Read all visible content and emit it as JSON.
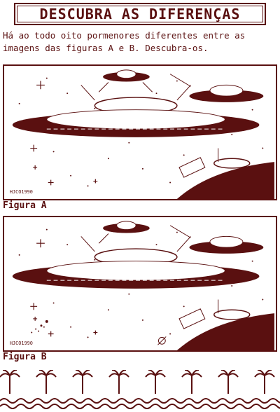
{
  "title": "DESCUBRA AS DIFERENÇAS",
  "instructions": "Há ao todo oito pormenores diferentes entre as\nimagens das figuras A e B. Descubra-os.",
  "figures": [
    {
      "caption": "Figura A",
      "signature": "HJCO1990"
    },
    {
      "caption": "Figura B",
      "signature": "HJCO1990"
    }
  ],
  "colors": {
    "ink": "#5a1010",
    "paper": "#ffffff"
  }
}
